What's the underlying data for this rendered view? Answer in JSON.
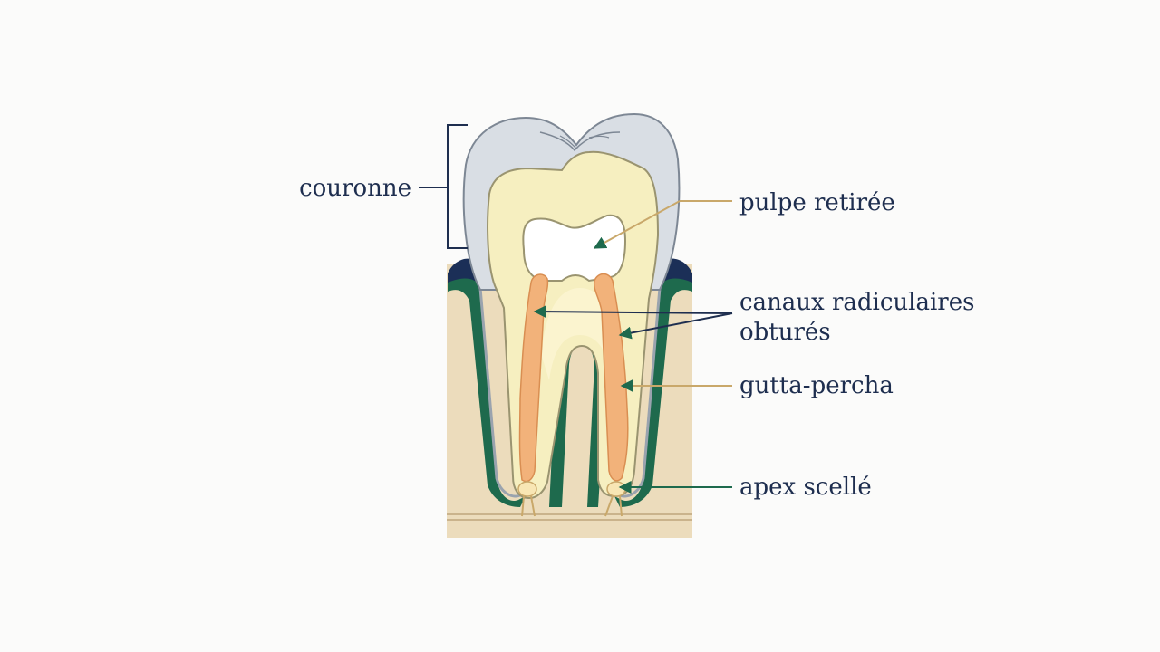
{
  "labels": {
    "crown": "couronne",
    "pulp_removed": "pulpe retirée",
    "canals_line1": "canaux radiculaires",
    "canals_line2": "obturés",
    "gutta_percha": "gutta-percha",
    "apex_sealed": "apex scellé"
  },
  "colors": {
    "background": "#fbfbfa",
    "label_text": "#1e2e4f",
    "enamel": "#d9dee4",
    "dentin": "#f6efc0",
    "pulp_chamber": "#ffffff",
    "gutta_percha": "#f2b27a",
    "gum_green": "#1e6a4d",
    "gum_navy": "#1b2f57",
    "bone": "#ecdcbc",
    "leader_tan": "#c9a86a",
    "leader_green": "#1e6a4d",
    "leader_navy": "#1e2e4f"
  }
}
